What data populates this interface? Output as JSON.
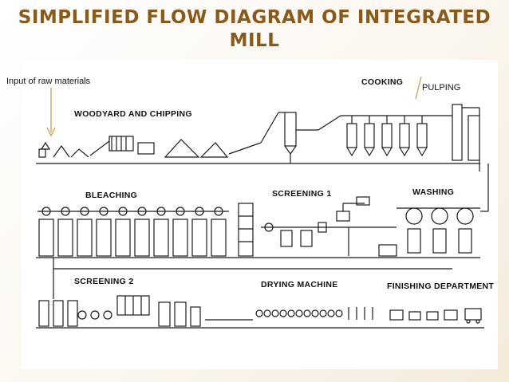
{
  "title": {
    "line1": "SIMPLIFIED FLOW DIAGRAM OF INTEGRATED",
    "line2": "MILL"
  },
  "annotations": {
    "input": "Input of raw materials",
    "pulping": "PULPING"
  },
  "sections": {
    "cooking": "COOKING",
    "woodyard": "WOODYARD AND CHIPPING",
    "bleaching": "BLEACHING",
    "screening1": "SCREENING 1",
    "washing": "WASHING",
    "screening2": "SCREENING 2",
    "drying": "DRYING MACHINE",
    "finishing": "FINISHING DEPARTMENT"
  },
  "colors": {
    "title": "#8a5a1a",
    "line": "#1a1a1a",
    "arrow": "#c9a24a"
  }
}
